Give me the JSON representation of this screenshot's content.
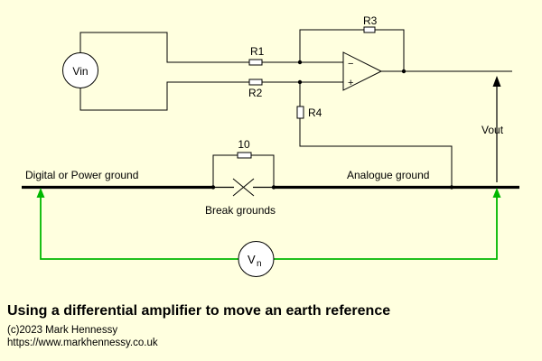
{
  "colors": {
    "background": "#FFFFDF",
    "wire": "#000000",
    "noise_wire": "#00B800",
    "component_fill": "#FFFFFF"
  },
  "components": {
    "vin_label": "Vin",
    "r1_label": "R1",
    "r2_label": "R2",
    "r3_label": "R3",
    "r4_label": "R4",
    "bypass_resistor_value": "10",
    "opamp_minus": "−",
    "opamp_plus": "+",
    "vout_label": "Vout",
    "vn_label_main": "V",
    "vn_label_sub": "n"
  },
  "grounds": {
    "digital": "Digital or Power ground",
    "analogue": "Analogue ground",
    "break_note": "Break grounds"
  },
  "footer": {
    "title": "Using a differential amplifier to move an earth reference",
    "copyright": "(c)2023 Mark Hennessy",
    "url": "https://www.markhennessy.co.uk"
  }
}
